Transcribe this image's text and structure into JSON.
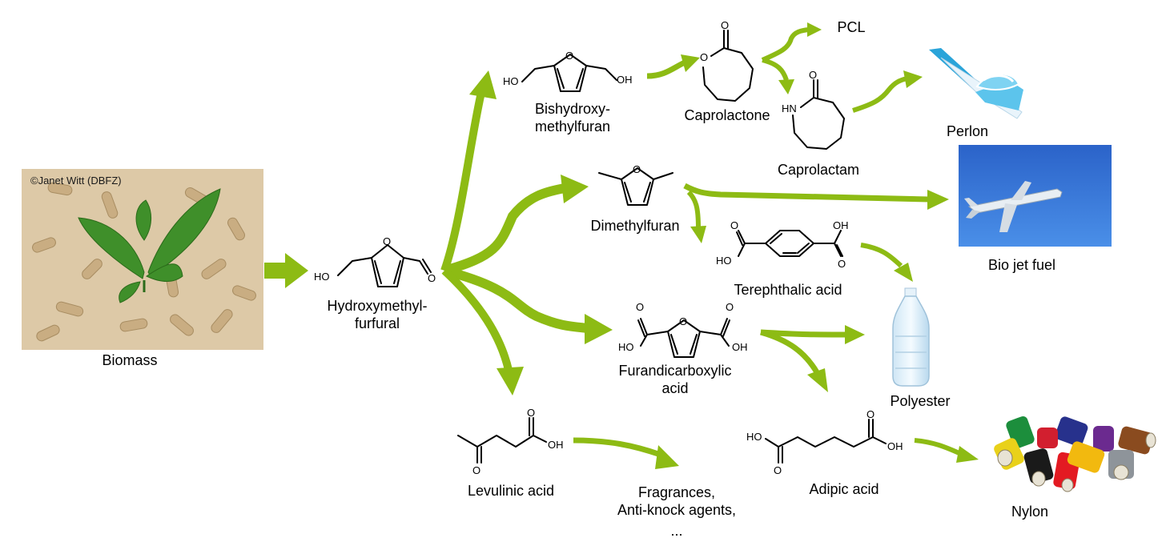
{
  "colors": {
    "arrow": "#8dbb14",
    "text": "#000000",
    "sky": "#2f6fd6"
  },
  "images": {
    "biomass": {
      "icon": "biomass-photo",
      "credit": "©Janet Witt (DBFZ)"
    },
    "perlon": {
      "icon": "toothbrush-photo"
    },
    "jet_fuel": {
      "icon": "airplane-photo"
    },
    "polyester": {
      "icon": "plastic-bottle-photo"
    },
    "nylon": {
      "icon": "thread-spools-photo"
    }
  },
  "labels": {
    "biomass": "Biomass",
    "hmf_1": "Hydroxymethyl-",
    "hmf_2": "furfural",
    "bhmf_1": "Bishydroxy-",
    "bhmf_2": "methylfuran",
    "caprolactone": "Caprolactone",
    "pcl": "PCL",
    "caprolactam": "Caprolactam",
    "perlon": "Perlon",
    "dmf": "Dimethylfuran",
    "bio_jet_fuel": "Bio jet fuel",
    "terephthalic": "Terephthalic acid",
    "fdca_1": "Furandicarboxylic",
    "fdca_2": "acid",
    "polyester": "Polyester",
    "levulinic": "Levulinic acid",
    "fragrances_1": "Fragrances,",
    "fragrances_2": "Anti-knock agents,",
    "fragrances_3": "...",
    "adipic": "Adipic acid",
    "nylon": "Nylon"
  },
  "atoms": {
    "O": "O",
    "HO": "HO",
    "OH": "OH",
    "HN": "HN"
  }
}
